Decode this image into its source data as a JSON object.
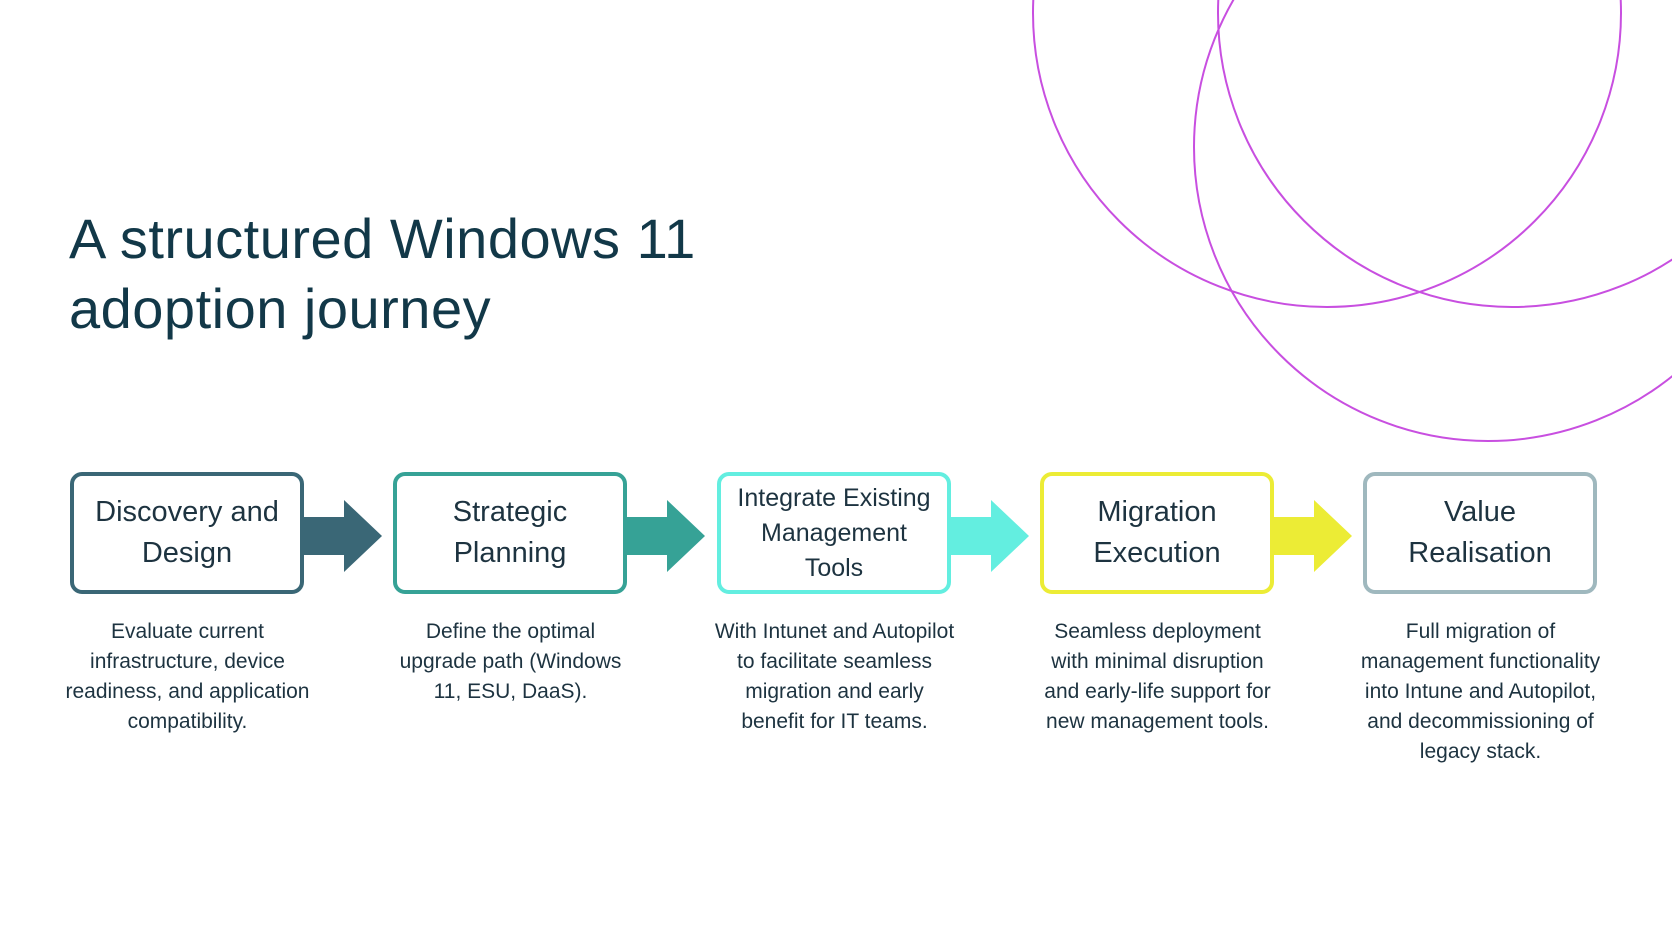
{
  "title": {
    "line1": "A structured Windows 11",
    "line2": "adoption journey"
  },
  "colors": {
    "title": "#123848",
    "text": "#1d3340",
    "circles": "#c84fe0",
    "step1": "#3a6776",
    "step2": "#36a296",
    "step3": "#63eee0",
    "step4": "#ecec35",
    "step5": "#9fb8be"
  },
  "steps": [
    {
      "title": "Discovery and Design",
      "description": "Evaluate current infrastructure, device readiness, and application compatibility."
    },
    {
      "title": "Strategic Planning",
      "description": "Define the optimal upgrade path (Windows 11, ESU, DaaS)."
    },
    {
      "title": "Integrate Existing Management Tools",
      "description": "With Intuneŧ and Autopilot to facilitate seamless migration and early benefit for IT teams."
    },
    {
      "title": "Migration Execution",
      "description": "Seamless deployment with minimal disruption and early-life support for new management tools."
    },
    {
      "title": "Value Realisation",
      "description": "Full migration of management functionality into Intune and Autopilot, and decommissioning of legacy stack."
    }
  ],
  "decoration": {
    "circle_icon": "decorative-circles-icon",
    "arrow_icon": "right-arrow-icon"
  }
}
